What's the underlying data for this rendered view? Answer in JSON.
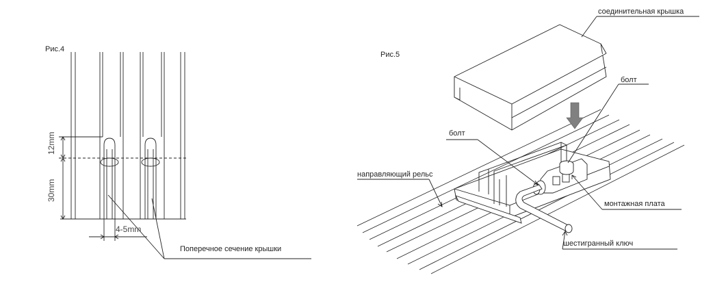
{
  "fig4": {
    "label": "Рис.4",
    "dim_top": "12mm",
    "dim_bottom": "30mm",
    "dim_gap": "4-5mm",
    "caption": "Поперечное сечение крышки"
  },
  "fig5": {
    "label": "Рис.5",
    "cover": "соединительная крышка",
    "bolt_top": "болт",
    "bolt_left": "болт",
    "rail": "направляющий рельс",
    "plate": "монтажная плата",
    "key": "шестигранный ключ"
  },
  "colors": {
    "line": "#222222",
    "arrow": "#808080"
  }
}
